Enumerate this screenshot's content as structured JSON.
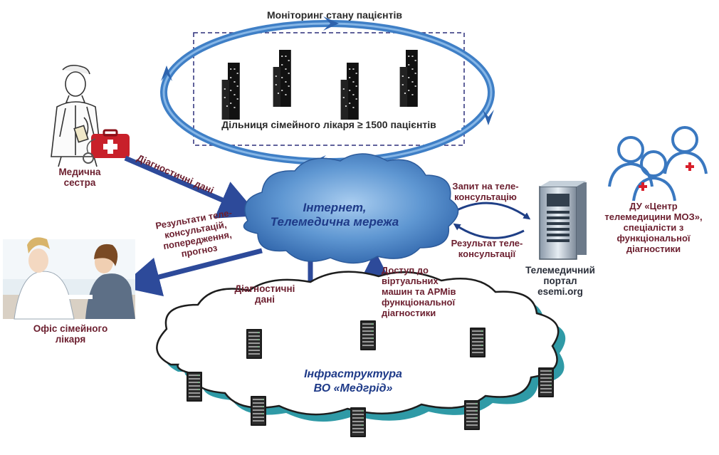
{
  "labels": {
    "monitoring": "Моніторинг стану пацієнтів",
    "district": "Дільниця сімейного лікаря ≥ 1500 пацієнтів",
    "nurse": "Медична\nсестра",
    "diag_data_nurse": "Діагностичні дані",
    "internet": "Інтернет,\nТелемедична мережа",
    "request": "Запит на теле-\nконсультацію",
    "result": "Результат теле-\nконсультації",
    "results_left": "Результати теле-\nконсультацій,\nпопередження,\nпрогноз",
    "office": "Офіс сімейного\nлікаря",
    "diag_data_down": "Діагностичні\nдані",
    "access": "Доступ до\nвіртуальних\nмашин та АРМів\nфункціональної\nдіагностики",
    "portal": "Телемедичний\nпортал\nesemi.org",
    "center": "ДУ «Центр\nтелемедицини МОЗ»,\nспеціалісти з\nфункціональної\nдіагностики",
    "infra": "Інфраструктура\nВО «Медгрід»"
  },
  "colors": {
    "arrow_blue": "#2d4a9a",
    "cycle_blue": "#3f7fc6",
    "cloud_fill": "#4d86c8",
    "label_maroon": "#6b1e2e",
    "teal_shadow": "#2f9aa6",
    "icon_blue": "#3a78c0",
    "cross_red": "#d81f2a"
  },
  "icons": {
    "buildings": "building-icon",
    "nurse": "nurse-icon",
    "medkit": "medical-kit-icon",
    "server": "server-icon",
    "doctors": "doctors-group-icon",
    "office": "doctor-office-photo"
  }
}
